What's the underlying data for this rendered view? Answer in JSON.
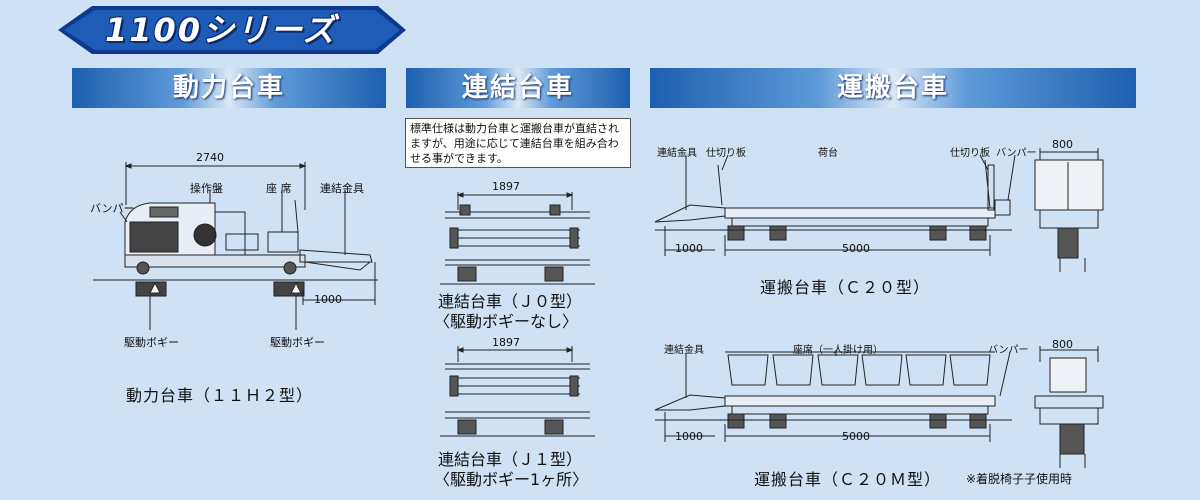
{
  "series_title": "1100シリーズ",
  "sections": {
    "power": "動力台車",
    "coupling": "連結台車",
    "transport": "運搬台車"
  },
  "note": "標準仕様は動力台車と運搬台車が直結されますが、用途に応じて連結台車を組み合わせる事ができます。",
  "power_diagram": {
    "dim_length": "2740",
    "dim_coupling": "1000",
    "label_panel": "操作盤",
    "label_seat": "座 席",
    "label_coupler": "連結金具",
    "label_bumper": "バンパー",
    "label_bogie_left": "駆動ボギー",
    "label_bogie_right": "駆動ボギー",
    "caption": "動力台車（１１Ｈ２型）"
  },
  "coupling_j0": {
    "dim_length": "1897",
    "caption_line1": "連結台車（Ｊ０型）",
    "caption_line2": "〈駆動ボギーなし〉"
  },
  "coupling_j1": {
    "dim_length": "1897",
    "caption_line1": "連結台車（Ｊ１型）",
    "caption_line2": "〈駆動ボギー1ヶ所〉"
  },
  "transport_c20": {
    "label_coupler": "連結金具",
    "label_partition_left": "仕切り板",
    "label_deck": "荷台",
    "label_partition_right": "仕切り板",
    "label_bumper": "バンパー",
    "dim_width": "800",
    "dim_coupling": "1000",
    "dim_length": "5000",
    "caption": "運搬台車（Ｃ２０型）"
  },
  "transport_c20m": {
    "label_coupler": "連結金具",
    "label_seat": "座席（一人掛け用）",
    "label_bumper": "バンパー",
    "dim_width": "800",
    "dim_coupling": "1000",
    "dim_length": "5000",
    "caption": "運搬台車（Ｃ２０Ｍ型）",
    "footnote": "※着脱椅子子使用時"
  },
  "colors": {
    "background": "#cfe2f5",
    "banner": "#1a4fa0",
    "header": "#1d5fb0"
  }
}
